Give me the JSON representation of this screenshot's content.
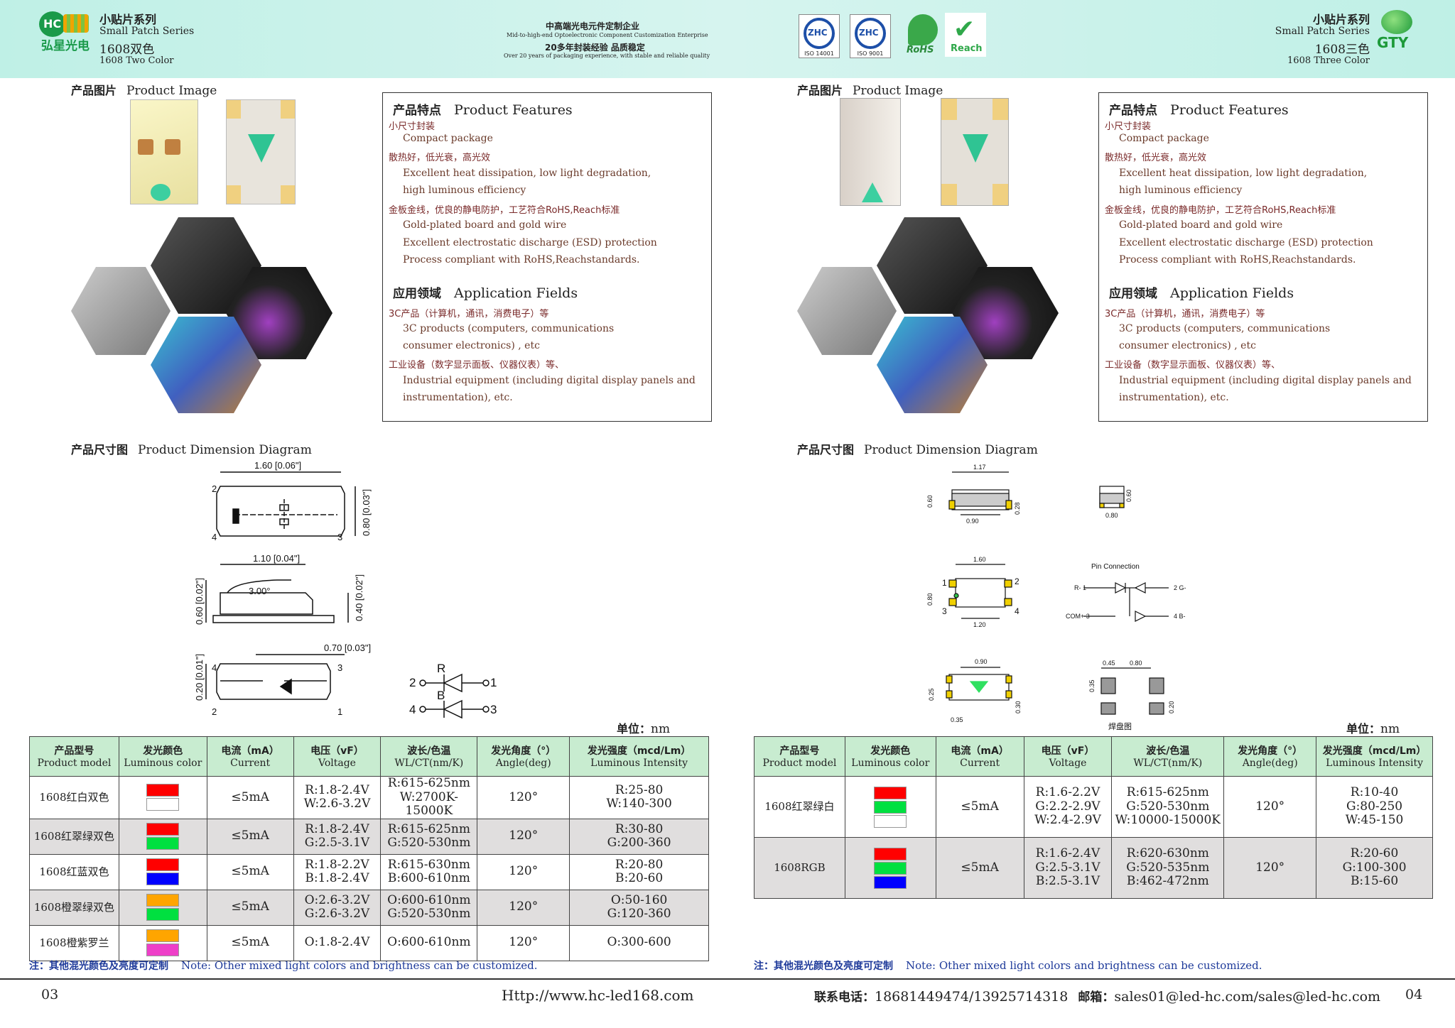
{
  "header": {
    "left": {
      "brand_cn": "弘星光电",
      "logo_text": "HC",
      "series_cn": "小贴片系列",
      "series_en": "Small Patch Series",
      "product_cn": "1608双色",
      "product_en": "1608 Two Color"
    },
    "center": {
      "l1": "中高端光电元件定制企业",
      "l2": "Mid-to-high-end Optoelectronic Component Customization Enterprise",
      "l3": "20多年封装经验 品质稳定",
      "l4": "Over 20 years of packaging experience, with stable and reliable quality"
    },
    "certs": [
      {
        "mark": "ZHC",
        "label": "ISO 14001"
      },
      {
        "mark": "ZHC",
        "label": "ISO 9001"
      },
      {
        "mark": "RoHS"
      },
      {
        "mark": "Reach"
      }
    ],
    "right": {
      "series_cn": "小贴片系列",
      "series_en": "Small Patch Series",
      "product_cn": "1608三色",
      "product_en": "1608 Three Color",
      "logo_text": "GTY"
    }
  },
  "colors": {
    "header_bg": "#c6f0e8",
    "table_header": "#c8ecd0",
    "note_blue": "#1e3a9a",
    "feature_text": "#6a3a2a"
  },
  "left": {
    "image_title": {
      "cn": "产品图片",
      "en": "Product Image"
    },
    "features": {
      "title_cn": "产品特点",
      "title_en": "Product Features",
      "lines": [
        "小尺寸封装",
        "Compact package",
        "散热好，低光衰，高光效",
        "Excellent heat dissipation, low light degradation,",
        "high luminous efficiency",
        "金板金线，优良的静电防护，工艺符合RoHS,Reach标准",
        "Gold-plated board and gold wire",
        "Excellent electrostatic discharge (ESD) protection",
        "Process compliant with RoHS,Reachstandards."
      ],
      "app_cn": "应用领域",
      "app_en": "Application Fields",
      "app_lines": [
        "3C产品（计算机，通讯，消费电子）等",
        "3C products (computers, communications",
        "consumer electronics) , etc",
        "工业设备（数字显示面板、仪器仪表）等、",
        "Industrial equipment (including digital display panels and",
        "instrumentation), etc."
      ]
    },
    "dim_title": {
      "cn": "产品尺寸图",
      "en": "Product Dimension Diagram"
    },
    "dims": {
      "d1": "1.60 [0.06\"]",
      "d2": "0.80 [0.03\"]",
      "d3": "1.10 [0.04\"]",
      "d4": "3.00°",
      "d5": "0.60 [0.02\"]",
      "d6": "0.40 [0.02\"]",
      "d7": "0.70 [0.03\"]",
      "d8": "0.20 [0.01\"]",
      "p2": "2",
      "p4": "4",
      "p3": "3",
      "p1": "1",
      "R": "R",
      "B": "B"
    },
    "unit": {
      "cn": "单位：",
      "en": "nm"
    },
    "table": {
      "headers": [
        [
          "产品型号",
          "Product model"
        ],
        [
          "发光颜色",
          "Luminous color"
        ],
        [
          "电流（mA）",
          "Current"
        ],
        [
          "电压（vF）",
          "Voltage"
        ],
        [
          "波长/色温",
          "WL/CT(nm/K)"
        ],
        [
          "发光角度（°）",
          "Angle(deg)"
        ],
        [
          "发光强度（mcd/Lm）",
          "Luminous Intensity"
        ]
      ],
      "rows": [
        {
          "model": "1608红白双色",
          "colors": [
            "#ff0000",
            "#ffffff"
          ],
          "current": "≤5mA",
          "voltage": [
            "R:1.8-2.4V",
            "W:2.6-3.2V"
          ],
          "wl": [
            "R:615-625nm",
            "W:2700K-15000K"
          ],
          "angle": "120°",
          "intensity": [
            "R:25-80",
            "W:140-300"
          ]
        },
        {
          "model": "1608红翠绿双色",
          "colors": [
            "#ff0000",
            "#00e040"
          ],
          "current": "≤5mA",
          "voltage": [
            "R:1.8-2.4V",
            "G:2.5-3.1V"
          ],
          "wl": [
            "R:615-625nm",
            "G:520-530nm"
          ],
          "angle": "120°",
          "intensity": [
            "R:30-80",
            "G:200-360"
          ]
        },
        {
          "model": "1608红蓝双色",
          "colors": [
            "#ff0000",
            "#0000ff"
          ],
          "current": "≤5mA",
          "voltage": [
            "R:1.8-2.2V",
            "B:1.8-2.4V"
          ],
          "wl": [
            "R:615-630nm",
            "B:600-610nm"
          ],
          "angle": "120°",
          "intensity": [
            "R:20-80",
            "B:20-60"
          ]
        },
        {
          "model": "1608橙翠绿双色",
          "colors": [
            "#ffa500",
            "#00e040"
          ],
          "current": "≤5mA",
          "voltage": [
            "O:2.6-3.2V",
            "G:2.6-3.2V"
          ],
          "wl": [
            "O:600-610nm",
            "G:520-530nm"
          ],
          "angle": "120°",
          "intensity": [
            "O:50-160",
            "G:120-360"
          ]
        },
        {
          "model": "1608橙紫罗兰",
          "colors": [
            "#ffa500",
            "#ee3fc8"
          ],
          "current": "≤5mA",
          "voltage": [
            "O:1.8-2.4V"
          ],
          "wl": [
            "O:600-610nm"
          ],
          "angle": "120°",
          "intensity": [
            "O:300-600"
          ]
        }
      ]
    },
    "note": {
      "cn": "注：其他混光颜色及亮度可定制",
      "en": "Note: Other mixed light colors and brightness can be customized."
    },
    "page": "03",
    "url": "Http://www.hc-led168.com"
  },
  "right": {
    "image_title": {
      "cn": "产品图片",
      "en": "Product Image"
    },
    "features": {
      "title_cn": "产品特点",
      "title_en": "Product Features",
      "lines": [
        "小尺寸封装",
        "Compact package",
        "散热好，低光衰，高光效",
        "Excellent heat dissipation, low light degradation,",
        "high luminous efficiency",
        "金板金线，优良的静电防护，工艺符合RoHS,Reach标准",
        "Gold-plated board and gold wire",
        "Excellent electrostatic discharge (ESD) protection",
        "Process compliant with RoHS,Reachstandards."
      ],
      "app_cn": "应用领域",
      "app_en": "Application Fields",
      "app_lines": [
        "3C产品（计算机，通讯，消费电子）等",
        "3C products (computers, communications",
        "consumer electronics) , etc",
        "工业设备（数字显示面板、仪器仪表）等、",
        "Industrial equipment (including digital display panels and",
        "instrumentation), etc."
      ]
    },
    "dim_title": {
      "cn": "产品尺寸图",
      "en": "Product Dimension Diagram"
    },
    "dims": {
      "a": "1.17",
      "b": "0.60",
      "c": "0.90",
      "d": "0.28",
      "e": "0.60",
      "f": "0.80",
      "g": "1.60",
      "h": "0.80",
      "i": "1.20",
      "j": "0.90",
      "k": "0.25",
      "l": "0.35",
      "m": "0.30",
      "n": "0.45",
      "o": "0.80",
      "p": "0.35",
      "q": "0.20",
      "pin": "Pin Connection",
      "solder": "焊盘图",
      "r1": "R- 1",
      "g2": "2 G-",
      "com": "COM+ 3",
      "b4": "4 B-",
      "n1": "1",
      "n2": "2",
      "n3": "3",
      "n4": "4"
    },
    "unit": {
      "cn": "单位：",
      "en": "nm"
    },
    "table": {
      "headers": [
        [
          "产品型号",
          "Product model"
        ],
        [
          "发光颜色",
          "Luminous color"
        ],
        [
          "电流（mA）",
          "Current"
        ],
        [
          "电压（vF）",
          "Voltage"
        ],
        [
          "波长/色温",
          "WL/CT(nm/K)"
        ],
        [
          "发光角度（°）",
          "Angle(deg)"
        ],
        [
          "发光强度（mcd/Lm）",
          "Luminous Intensity"
        ]
      ],
      "rows": [
        {
          "model": "1608红翠绿白",
          "colors": [
            "#ff0000",
            "#00e040",
            "#ffffff"
          ],
          "current": "≤5mA",
          "voltage": [
            "R:1.6-2.2V",
            "G:2.2-2.9V",
            "W:2.4-2.9V"
          ],
          "wl": [
            "R:615-625nm",
            "G:520-530nm",
            "W:10000-15000K"
          ],
          "angle": "120°",
          "intensity": [
            "R:10-40",
            "G:80-250",
            "W:45-150"
          ]
        },
        {
          "model": "1608RGB",
          "colors": [
            "#ff0000",
            "#00e040",
            "#0000ff"
          ],
          "current": "≤5mA",
          "voltage": [
            "R:1.6-2.4V",
            "G:2.5-3.1V",
            "B:2.5-3.1V"
          ],
          "wl": [
            "R:620-630nm",
            "G:520-535nm",
            "B:462-472nm"
          ],
          "angle": "120°",
          "intensity": [
            "R:20-60",
            "G:100-300",
            "B:15-60"
          ]
        }
      ]
    },
    "note": {
      "cn": "注：其他混光颜色及亮度可定制",
      "en": "Note: Other mixed light colors and brightness can be customized."
    },
    "contact": {
      "tel_label": "联系电话：",
      "tel": "18681449474/13925714318",
      "mail_label": "邮箱：",
      "mail": "sales01@led-hc.com/sales@led-hc.com"
    },
    "page": "04"
  }
}
